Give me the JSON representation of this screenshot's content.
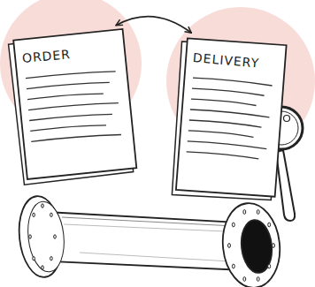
{
  "diagram": {
    "nodes": [
      {
        "text": [
          "ORDER"
        ]
      },
      {
        "text": [
          "DELIVERY"
        ]
      }
    ],
    "edges": [
      {
        "from": 0,
        "to": 1,
        "arrow": "both"
      }
    ]
  }
}
